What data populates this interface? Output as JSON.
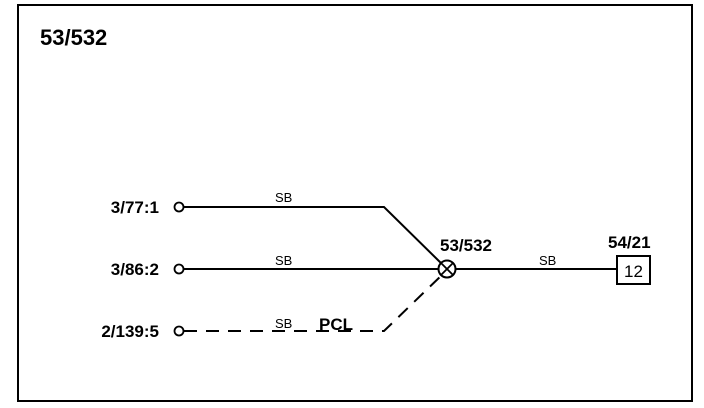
{
  "diagram": {
    "title": "53/532",
    "colors": {
      "ink": "#000000",
      "background": "#ffffff"
    },
    "connectors": [
      {
        "label": "3/77:1"
      },
      {
        "label": "3/86:2"
      },
      {
        "label": "2/139:5"
      }
    ],
    "wires": [
      {
        "color_code": "SB",
        "style": "solid"
      },
      {
        "color_code": "SB",
        "style": "solid"
      },
      {
        "color_code": "SB",
        "style": "dashed",
        "option": "PCL"
      },
      {
        "color_code": "SB",
        "style": "solid"
      }
    ],
    "splice": {
      "label": "53/532",
      "icon": "splice-cross-circle-icon"
    },
    "ground": {
      "label": "54/21",
      "number": "12"
    }
  }
}
